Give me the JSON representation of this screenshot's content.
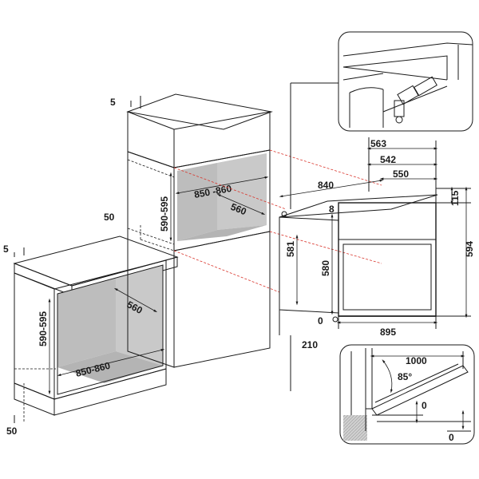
{
  "dimensions": {
    "top_gap_left": "5",
    "top_gap_tall": "5",
    "plinth_tall": "50",
    "plinth_under": "50",
    "tall_width": "850 -860",
    "tall_depth": "560",
    "tall_height": "590-595",
    "under_depth": "560",
    "under_height": "590-595",
    "under_width": "850-860",
    "oven_depth_563": "563",
    "oven_depth_542": "542",
    "oven_depth_550": "550",
    "cable_840": "840",
    "panel_8": "8",
    "panel_115": "115",
    "height_581": "581",
    "height_580": "580",
    "height_594": "594",
    "width_895": "895",
    "zero_bottom": "0",
    "offset_210": "210",
    "door_1000": "1000",
    "door_angle": "85°",
    "door_zero_1": "0",
    "door_zero_2": "0"
  },
  "colors": {
    "line": "#1a1a1a",
    "cavity": "#c9c9c9",
    "worktop": "#dcdcdc",
    "red_guide": "#d9342b"
  }
}
